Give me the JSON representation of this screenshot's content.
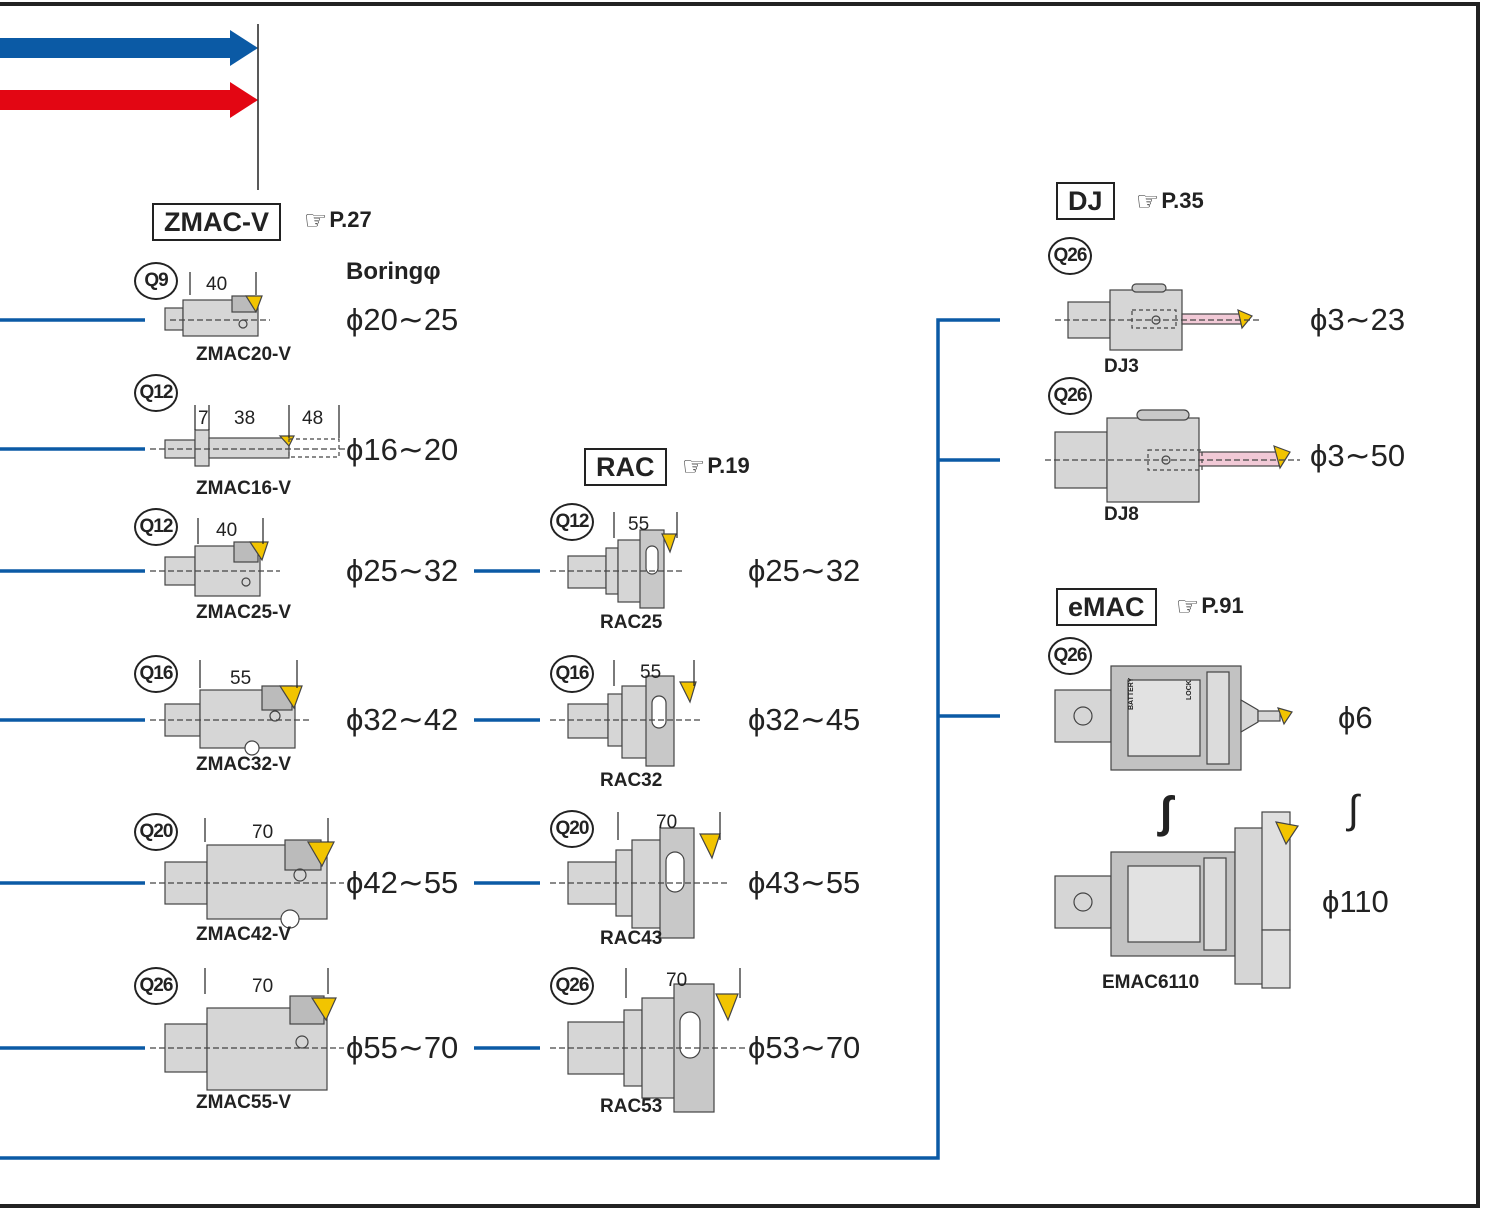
{
  "header": {
    "column_title": "Boringφ"
  },
  "colors": {
    "frame": "#222222",
    "blue": "#0b5aa5",
    "red": "#e30613",
    "tool": "#d6d6d6",
    "insert": "#f2c400",
    "bar": "#f1c9d6"
  },
  "series": {
    "zmac": {
      "name": "ZMAC-V",
      "page": "P.27"
    },
    "rac": {
      "name": "RAC",
      "page": "P.19"
    },
    "dj": {
      "name": "DJ",
      "page": "P.35"
    },
    "emac": {
      "name": "eMAC",
      "page": "P.91"
    }
  },
  "zmac_tools": [
    {
      "q": "Q9",
      "dims": [
        "40"
      ],
      "model": "ZMAC20-V",
      "range": "ϕ20∼25"
    },
    {
      "q": "Q12",
      "dims": [
        "7",
        "38",
        "48"
      ],
      "model": "ZMAC16-V",
      "range": "ϕ16∼20"
    },
    {
      "q": "Q12",
      "dims": [
        "40"
      ],
      "model": "ZMAC25-V",
      "range": "ϕ25∼32"
    },
    {
      "q": "Q16",
      "dims": [
        "55"
      ],
      "model": "ZMAC32-V",
      "range": "ϕ32∼42"
    },
    {
      "q": "Q20",
      "dims": [
        "70"
      ],
      "model": "ZMAC42-V",
      "range": "ϕ42∼55"
    },
    {
      "q": "Q26",
      "dims": [
        "70"
      ],
      "model": "ZMAC55-V",
      "range": "ϕ55∼70"
    }
  ],
  "rac_tools": [
    {
      "q": "Q12",
      "dim": "55",
      "model": "RAC25",
      "range": "ϕ25∼32"
    },
    {
      "q": "Q16",
      "dim": "55",
      "model": "RAC32",
      "range": "ϕ32∼45"
    },
    {
      "q": "Q20",
      "dim": "70",
      "model": "RAC43",
      "range": "ϕ43∼55"
    },
    {
      "q": "Q26",
      "dim": "70",
      "model": "RAC53",
      "range": "ϕ53∼70"
    }
  ],
  "dj_tools": [
    {
      "q": "Q26",
      "model": "DJ3",
      "range": "ϕ3∼23"
    },
    {
      "q": "Q26",
      "model": "DJ8",
      "range": "ϕ3∼50"
    }
  ],
  "emac_tool": {
    "q": "Q26",
    "model": "EMAC6110",
    "range_min": "ϕ6",
    "range_max": "ϕ110",
    "range_sep": "∫",
    "body_label_battery": "BATTERY",
    "body_label_lock": "LOCK"
  }
}
